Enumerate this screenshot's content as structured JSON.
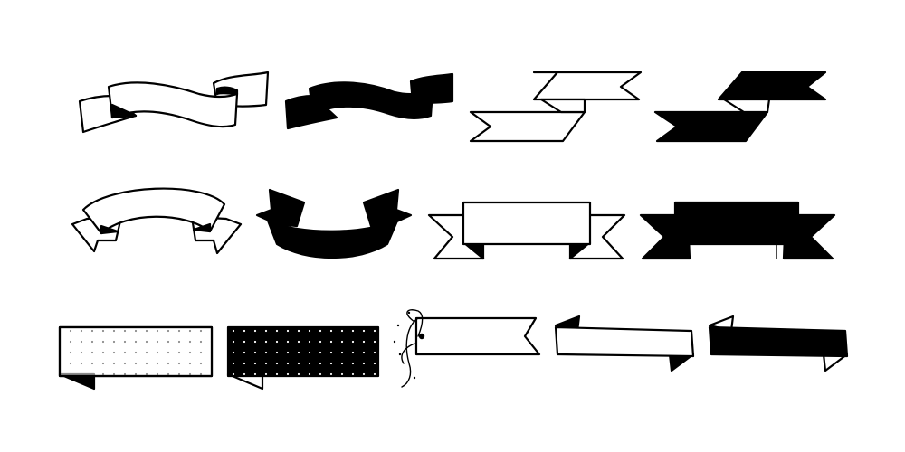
{
  "canvas": {
    "background": "#ffffff"
  },
  "palette": {
    "ink": "#000000",
    "paper": "#ffffff"
  },
  "banners": [
    {
      "row": 1,
      "col": 1,
      "shape": "wavy-ribbon",
      "fill": "outline"
    },
    {
      "row": 1,
      "col": 2,
      "shape": "wavy-ribbon",
      "fill": "solid"
    },
    {
      "row": 1,
      "col": 3,
      "shape": "zigzag-pennant",
      "fill": "outline"
    },
    {
      "row": 1,
      "col": 4,
      "shape": "zigzag-pennant",
      "fill": "solid"
    },
    {
      "row": 2,
      "col": 1,
      "shape": "arched-ribbon",
      "fill": "outline"
    },
    {
      "row": 2,
      "col": 2,
      "shape": "arched-ribbon",
      "fill": "solid"
    },
    {
      "row": 2,
      "col": 3,
      "shape": "box-ribbon-with-tails",
      "fill": "outline"
    },
    {
      "row": 2,
      "col": 4,
      "shape": "box-ribbon-with-tails",
      "fill": "solid"
    },
    {
      "row": 3,
      "col": 1,
      "shape": "dotted-label",
      "fill": "outline"
    },
    {
      "row": 3,
      "col": 2,
      "shape": "dotted-label",
      "fill": "solid"
    },
    {
      "row": 3,
      "col": 3,
      "shape": "tied-tag-flag",
      "fill": "outline"
    },
    {
      "row": 3,
      "col": 4,
      "shape": "folded-strip",
      "fill": "outline"
    },
    {
      "row": 3,
      "col": 5,
      "shape": "folded-strip",
      "fill": "solid"
    }
  ]
}
